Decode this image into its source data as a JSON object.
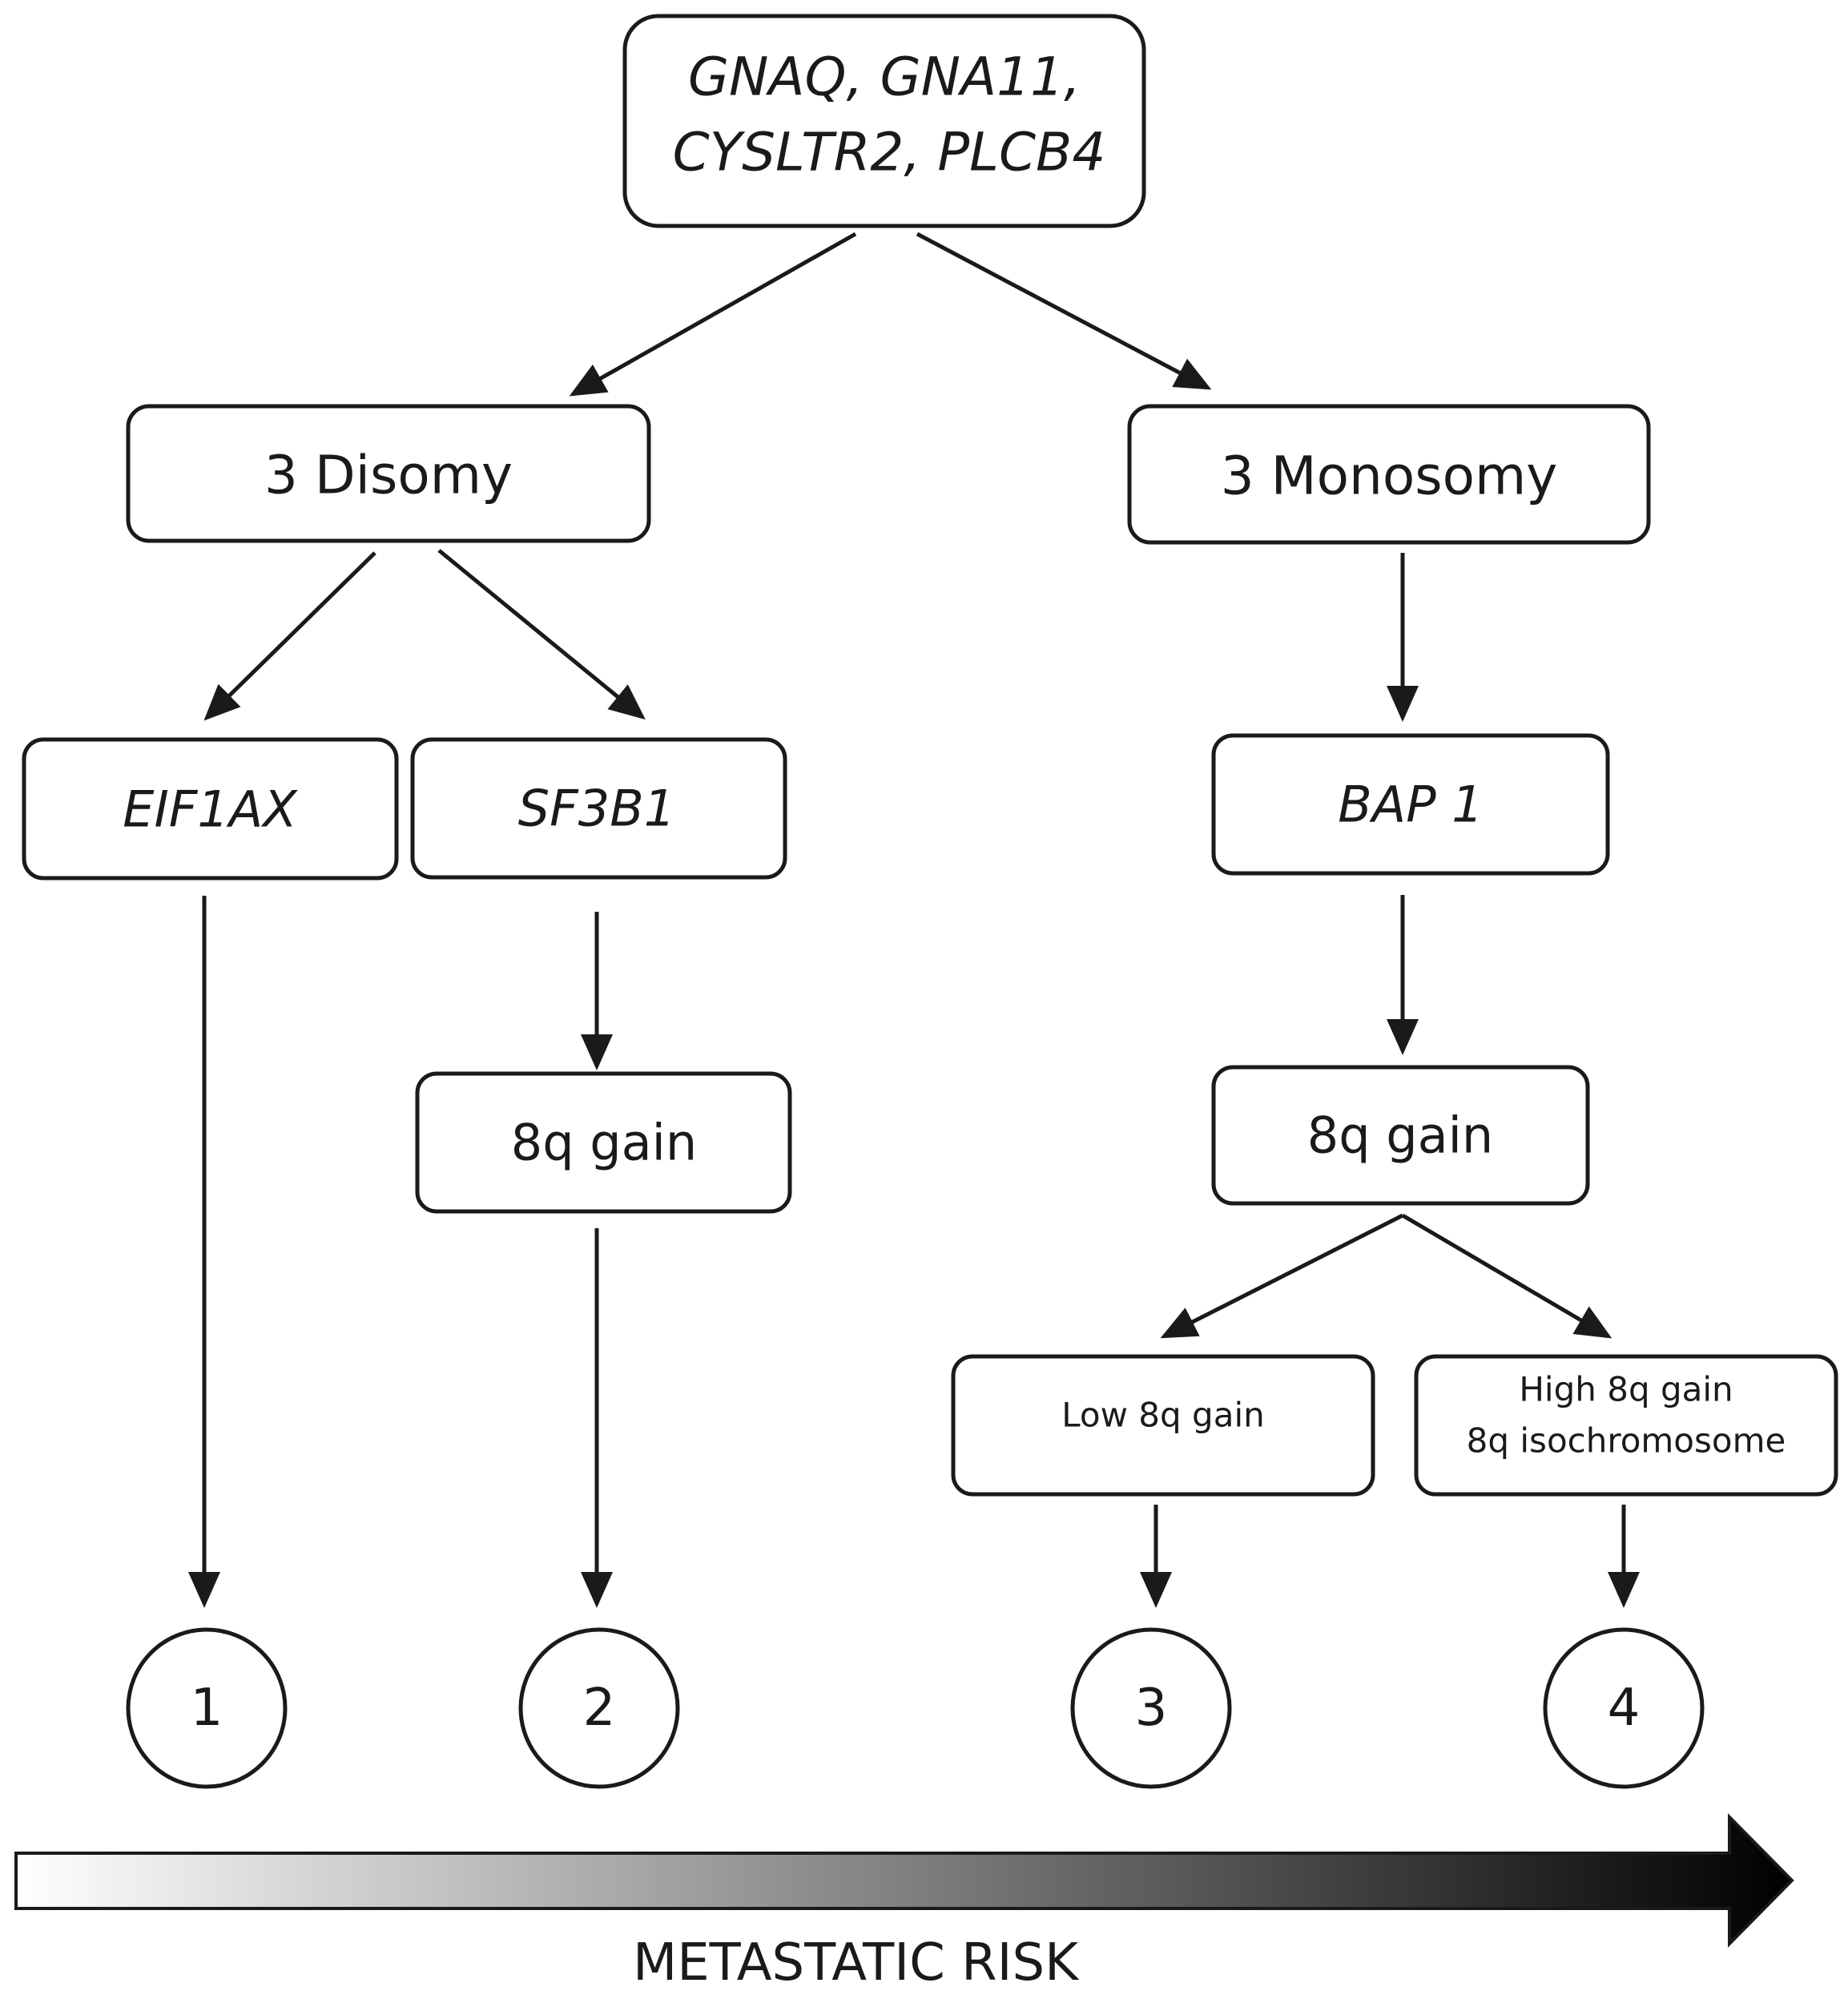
{
  "nodes": {
    "root": {
      "line1": "GNAQ, GNA11,",
      "line2": "CYSLTR2, PLCB4"
    },
    "disomy": {
      "label": "3 Disomy"
    },
    "monosomy": {
      "label": "3 Monosomy"
    },
    "eif1ax": {
      "label": "EIF1AX"
    },
    "sf3b1": {
      "label": "SF3B1"
    },
    "bap1": {
      "label": "BAP 1"
    },
    "gain_left": {
      "label": "8q gain"
    },
    "gain_right": {
      "label": "8q gain"
    },
    "low_gain": {
      "label": "Low 8q gain"
    },
    "high_gain": {
      "line1": "High 8q gain",
      "line2": "8q isochromosome"
    }
  },
  "outcomes": [
    "1",
    "2",
    "3",
    "4"
  ],
  "risk_axis": {
    "label": "METASTATIC RISK",
    "gradient_start": "#ffffff",
    "gradient_end": "#000000"
  },
  "colors": {
    "stroke": "#1a1a1a",
    "background": "#ffffff"
  }
}
